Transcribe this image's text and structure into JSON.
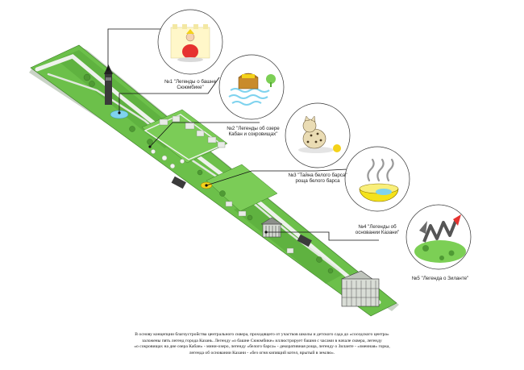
{
  "legends": [
    {
      "id": 1,
      "label_line1": "№1 \"Легенды о башне",
      "label_line2": "Сююмбике\"",
      "icon": "tower-princess-icon"
    },
    {
      "id": 2,
      "label_line1": "№2 \"Легенды об озере",
      "label_line2": "Кабан и сокровищах\"",
      "icon": "treasure-chest-lake-icon"
    },
    {
      "id": 3,
      "label_line1": "№3 \"Тайна белого барса\"",
      "label_line2": "роща белого барса",
      "icon": "snow-leopard-icon"
    },
    {
      "id": 4,
      "label_line1": "№4 \"Легенды об",
      "label_line2": "основании Казани\"",
      "icon": "golden-cauldron-icon"
    },
    {
      "id": 5,
      "label_line1": "№5 \"Легенда о Зиланте\"",
      "label_line2": "",
      "icon": "dragon-zilant-icon"
    }
  ],
  "colors": {
    "grass": "#6cc04a",
    "grass_dark": "#4f9a34",
    "path": "#e6ece3",
    "water": "#7fd3ee",
    "accent_yellow": "#f4d21a",
    "leader_line": "#111111"
  },
  "caption": {
    "line1": "В основу концепции благоустройства центрального сквера, проходящего от участков школы и детского сада до «соседского центра»",
    "line2": "заложены пять легенд города Казань. Легенду «о башне Сююмбике» иллюстрирует башня с часами в начале сквера, легенду",
    "line3": "«о сокровищах на дне озера Кабан» - мини-озеро, легенду «белого барса» - декоративная роща, легенду о Зиланте - «змеиная» горка,",
    "line4": "легенда об основании Казани - «без огня кипящий котел, врытый в землю»."
  }
}
